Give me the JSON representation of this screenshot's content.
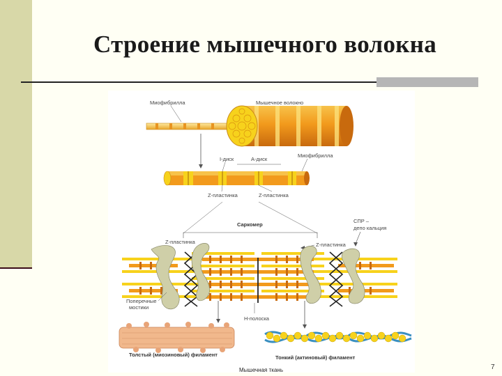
{
  "slide": {
    "title": "Строение мышечного волокна",
    "caption": "Мышечная ткань",
    "page_number": "7"
  },
  "labels": {
    "myofibril_1": "Миофибрилла",
    "muscle_fiber": "Мышечное волокно",
    "i_disk": "I-диск",
    "a_disk": "А-диск",
    "myofibril_2": "Миофибрилла",
    "z_plate_1": "Z-пластинка",
    "z_plate_2": "Z-пластинка",
    "sarcomere": "Саркомер",
    "spr_line1": "СПР –",
    "spr_line2": "депо кальция",
    "z_plate_3": "Z-пластинка",
    "z_plate_4": "Z-пластинка",
    "cross_bridges_line1": "Поперечные",
    "cross_bridges_line2": "мостики",
    "h_band": "Н-полоска",
    "thick_filament": "Толстый (миозиновый) филамент",
    "thin_filament": "Тонкий (актиновый) филамент"
  },
  "colors": {
    "orange": "#f29a1c",
    "dark_orange": "#c86a0e",
    "yellow": "#f7d21c",
    "pale_yellow": "#fde9a0",
    "membrane": "#cfcfa8",
    "myosin": "#f1b88c",
    "actin_blue": "#3a8fc0"
  }
}
